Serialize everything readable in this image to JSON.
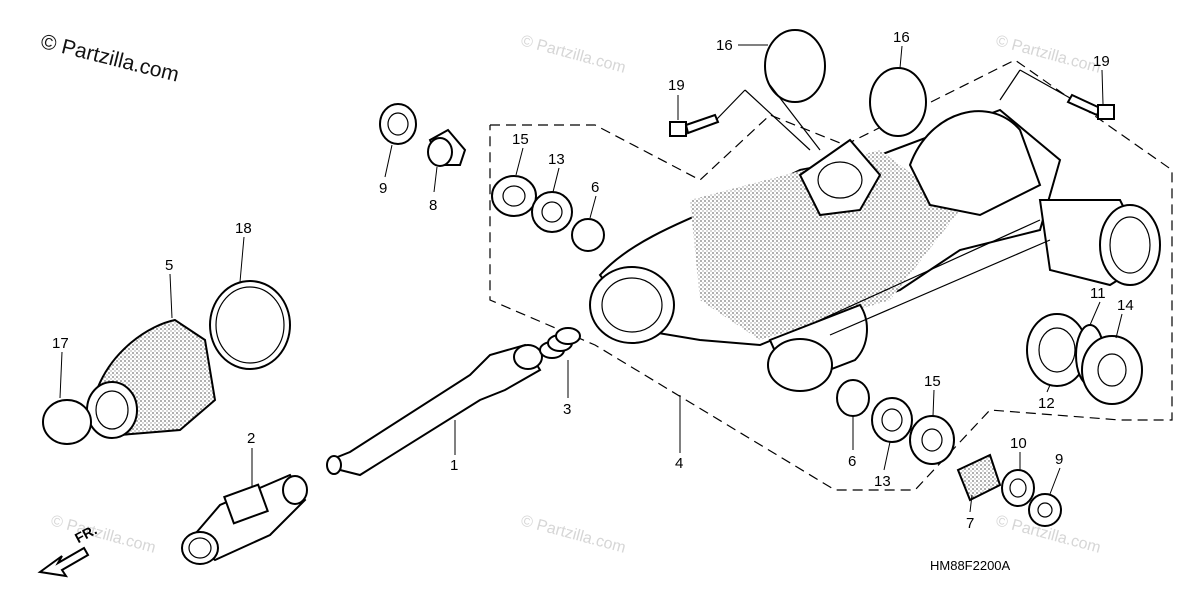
{
  "copyright": "© Partzilla.com",
  "watermark": "© Partzilla.com",
  "diagram_code": "HM88F2200A",
  "direction_label": "FR.",
  "callouts": [
    "1",
    "2",
    "3",
    "4",
    "5",
    "6",
    "6",
    "7",
    "8",
    "9",
    "9",
    "10",
    "11",
    "12",
    "13",
    "13",
    "14",
    "15",
    "15",
    "16",
    "16",
    "17",
    "18",
    "19",
    "19"
  ],
  "colors": {
    "line": "#000000",
    "watermark": "#d6d6d6",
    "shade": "#8a8a8a"
  }
}
